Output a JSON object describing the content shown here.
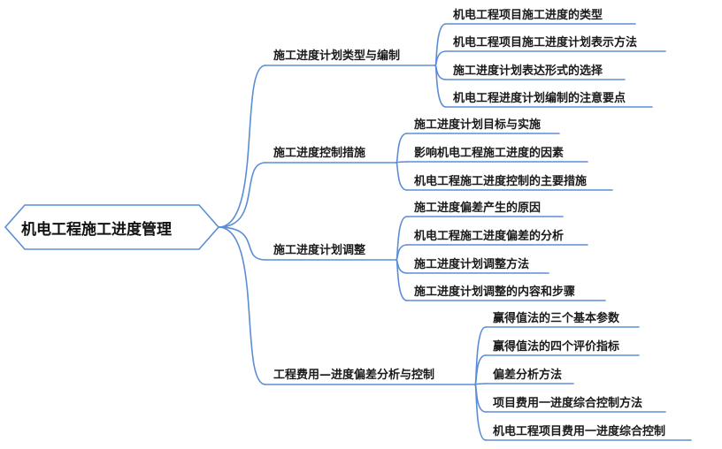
{
  "root": {
    "label": "机电工程施工进度管理"
  },
  "colors": {
    "line": "#5b8dd6",
    "root_border": "#5b8dd6",
    "text": "#1a1a1a"
  },
  "branches": [
    {
      "label": "施工进度计划类型与编制",
      "children": [
        "机电工程项目施工进度的类型",
        "机电工程项目施工进度计划表示方法",
        "施工进度计划表达形式的选择",
        "机电工程进度计划编制的注意要点"
      ]
    },
    {
      "label": "施工进度控制措施",
      "children": [
        "施工进度计划目标与实施",
        "影响机电工程施工进度的因素",
        "机电工程施工进度控制的主要措施"
      ]
    },
    {
      "label": "施工进度计划调整",
      "children": [
        "施工进度偏差产生的原因",
        "机电工程施工进度偏差的分析",
        "施工进度计划调整方法",
        "施工进度计划调整的内容和步骤"
      ]
    },
    {
      "label": "工程费用—进度偏差分析与控制",
      "children": [
        "赢得值法的三个基本参数",
        "赢得值法的四个评价指标",
        "偏差分析方法",
        "项目费用一进度综合控制方法",
        "机电工程项目费用一进度综合控制"
      ]
    }
  ]
}
